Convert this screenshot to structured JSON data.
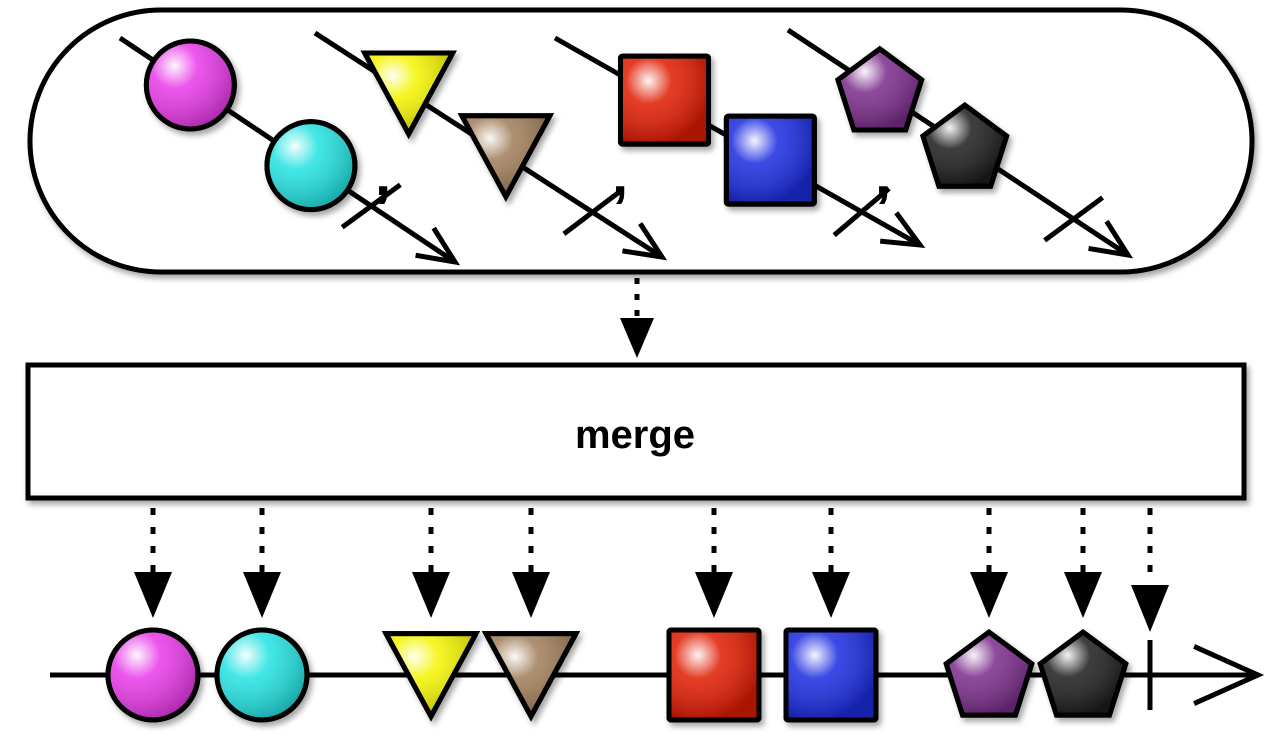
{
  "operator": {
    "label": "merge"
  },
  "source_observables": [
    {
      "items": [
        {
          "shape": "circle",
          "color": "#e838e8"
        },
        {
          "shape": "circle",
          "color": "#22e2e2"
        }
      ],
      "terminates": true
    },
    {
      "items": [
        {
          "shape": "triangle",
          "color": "#f4f400"
        },
        {
          "shape": "triangle",
          "color": "#a07c58"
        }
      ],
      "terminates": true
    },
    {
      "items": [
        {
          "shape": "square",
          "color": "#e01a00"
        },
        {
          "shape": "square",
          "color": "#1a2ae0"
        }
      ],
      "terminates": true
    },
    {
      "items": [
        {
          "shape": "pentagon",
          "color": "#7a2a8a"
        },
        {
          "shape": "pentagon",
          "color": "#1c1c1c"
        }
      ],
      "terminates": true
    }
  ],
  "separator": ",",
  "result_observable": {
    "items": [
      {
        "shape": "circle",
        "color": "#e838e8"
      },
      {
        "shape": "circle",
        "color": "#22e2e2"
      },
      {
        "shape": "triangle",
        "color": "#f4f400"
      },
      {
        "shape": "triangle",
        "color": "#a07c58"
      },
      {
        "shape": "square",
        "color": "#e01a00"
      },
      {
        "shape": "square",
        "color": "#1a2ae0"
      },
      {
        "shape": "pentagon",
        "color": "#7a2a8a"
      },
      {
        "shape": "pentagon",
        "color": "#1c1c1c"
      }
    ],
    "terminates": true
  }
}
